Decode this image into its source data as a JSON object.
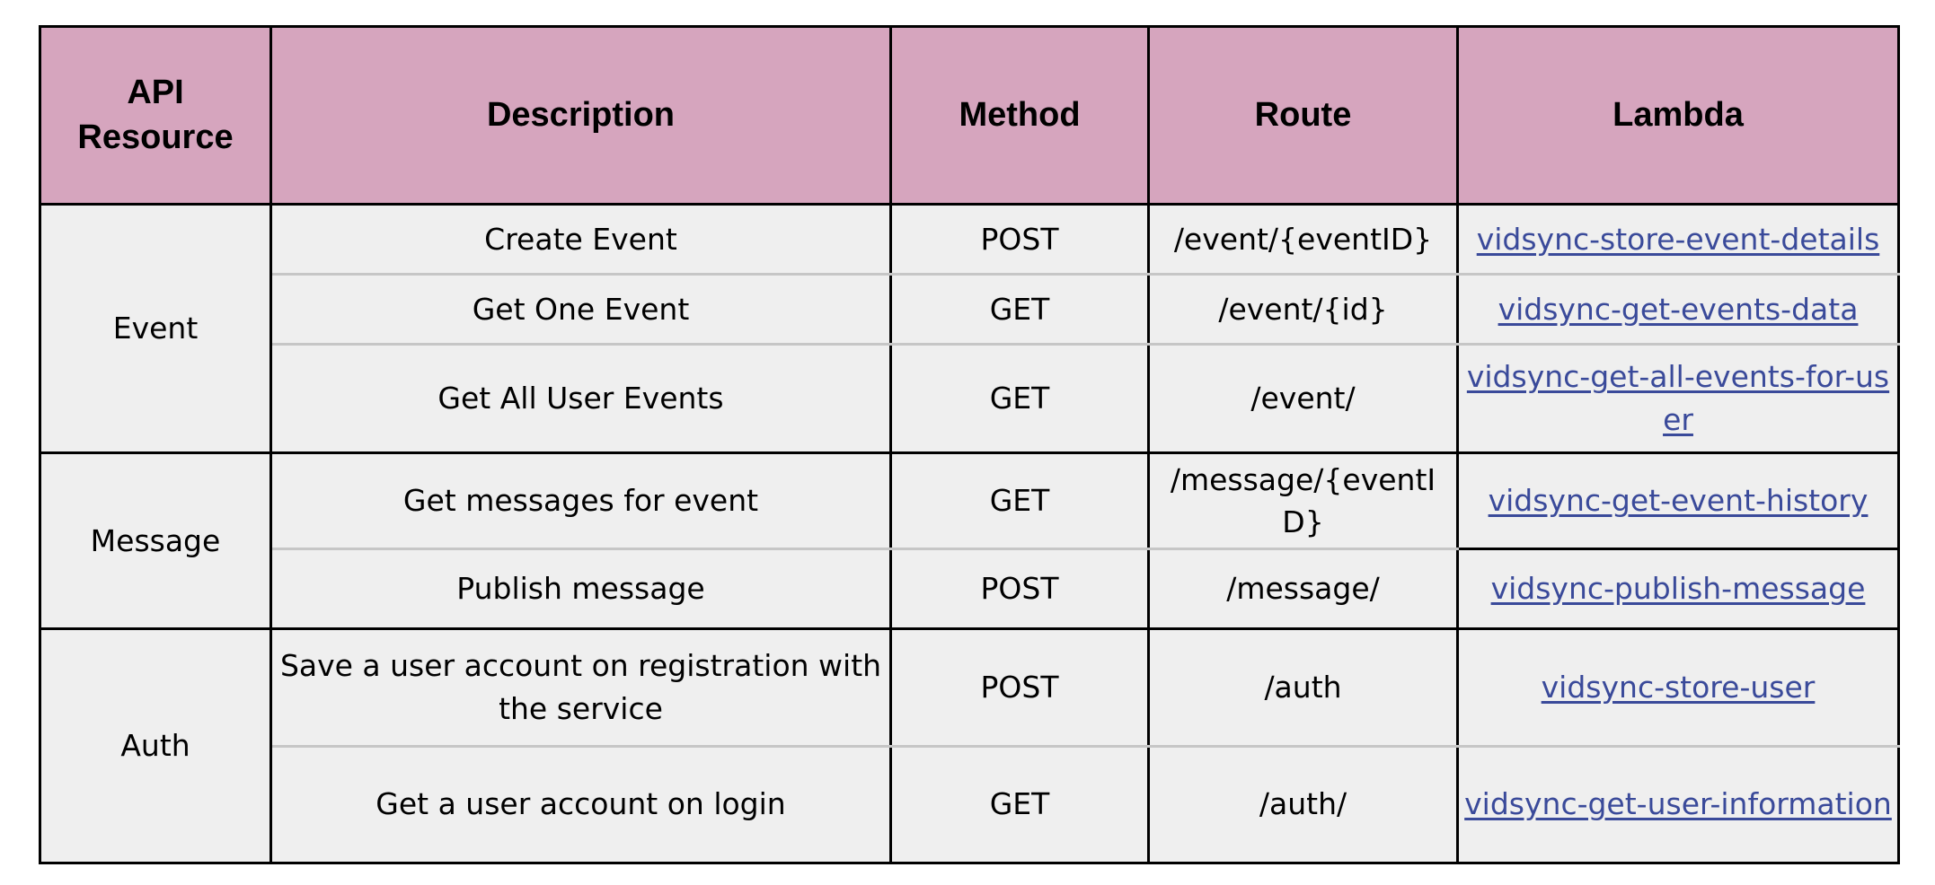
{
  "table": {
    "headers": {
      "resource": "API Resource",
      "description": "Description",
      "method": "Method",
      "route": "Route",
      "lambda": "Lambda"
    },
    "groups": [
      {
        "resource": "Event",
        "rows": [
          {
            "description": "Create Event",
            "method": "POST",
            "route": "/event/{eventID}",
            "lambda": "vidsync-store-event-details"
          },
          {
            "description": "Get One Event",
            "method": "GET",
            "route": "/event/{id}",
            "lambda": "vidsync-get-events-data"
          },
          {
            "description": "Get All User Events",
            "method": "GET",
            "route": "/event/",
            "lambda": "vidsync-get-all-events-for-user"
          }
        ]
      },
      {
        "resource": "Message",
        "rows": [
          {
            "description": "Get messages for event",
            "method": "GET",
            "route": "/message/{eventID}",
            "lambda": "vidsync-get-event-history"
          },
          {
            "description": "Publish message",
            "method": "POST",
            "route": "/message/",
            "lambda": "vidsync-publish-message"
          }
        ]
      },
      {
        "resource": "Auth",
        "rows": [
          {
            "description": "Save a user account on registration with the service",
            "method": "POST",
            "route": "/auth",
            "lambda": "vidsync-store-user"
          },
          {
            "description": "Get a user account on login",
            "method": "GET",
            "route": "/auth/",
            "lambda": "vidsync-get-user-information"
          }
        ]
      }
    ]
  },
  "colors": {
    "header_bg": "#d6a5be",
    "cell_bg": "#efefef",
    "link": "#3a4a9a",
    "border": "#000000",
    "row_divider": "#c6c6c6"
  }
}
